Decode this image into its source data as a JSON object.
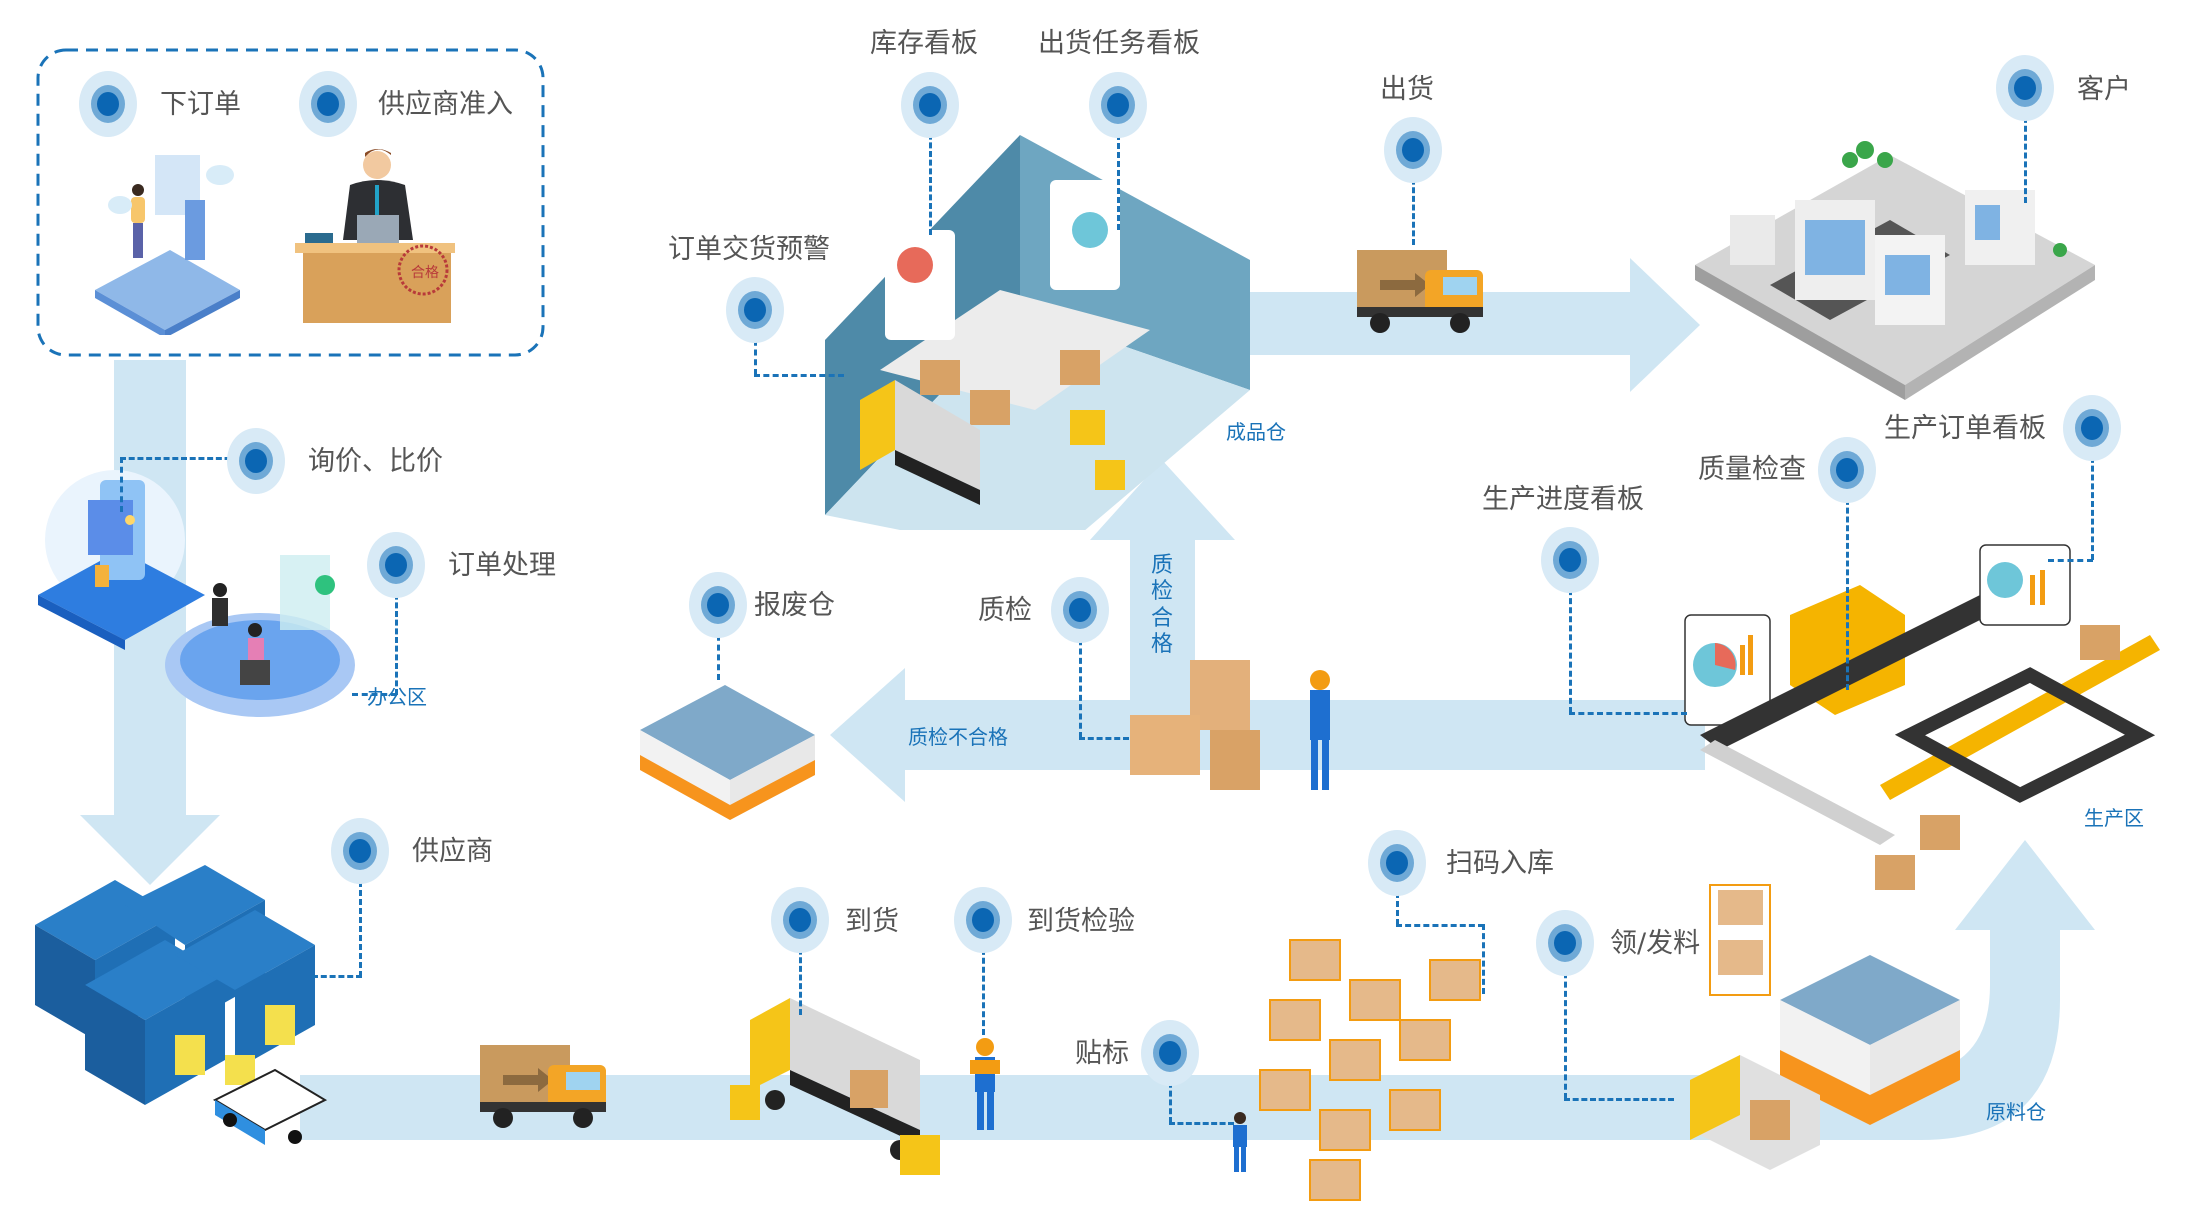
{
  "diagram": {
    "title_area": {
      "group_box": {
        "items": [
          {
            "label": "下订单",
            "icon": "person-order-icon"
          },
          {
            "label": "供应商准入",
            "icon": "supplier-approval-icon"
          }
        ]
      }
    },
    "nodes": {
      "place_order": "下订单",
      "supplier_access": "供应商准入",
      "inquiry": "询价、比价",
      "order_processing": "订单处理",
      "office_zone": "办公区",
      "supplier": "供应商",
      "arrival": "到货",
      "arrival_inspection": "到货检验",
      "labeling": "贴标",
      "scan_storage": "扫码入库",
      "material_issue": "领/发料",
      "raw_material_warehouse": "原料仓",
      "production_zone": "生产区",
      "production_progress_board": "生产进度看板",
      "quality_check": "质量检查",
      "production_order_board": "生产订单看板",
      "qc": "质检",
      "qc_pass": "质检合格",
      "qc_fail": "质检不合格",
      "scrap_warehouse": "报废仓",
      "finished_goods_warehouse": "成品仓",
      "inventory_board": "库存看板",
      "shipping_task_board": "出货任务看板",
      "delivery_warning": "订单交货预警",
      "shipping": "出货",
      "customer": "客户"
    },
    "qc_pass_chars": [
      "质",
      "检",
      "合",
      "格"
    ],
    "colors": {
      "flow_arrow": "#cfe6f3",
      "marker_core": "#0b66b3",
      "marker_ring": "#6fa9d6",
      "marker_halo": "#d8eaf6",
      "dashed_line": "#1a73b8",
      "zone_text": "#1a73b8",
      "label_text": "#555555"
    }
  }
}
